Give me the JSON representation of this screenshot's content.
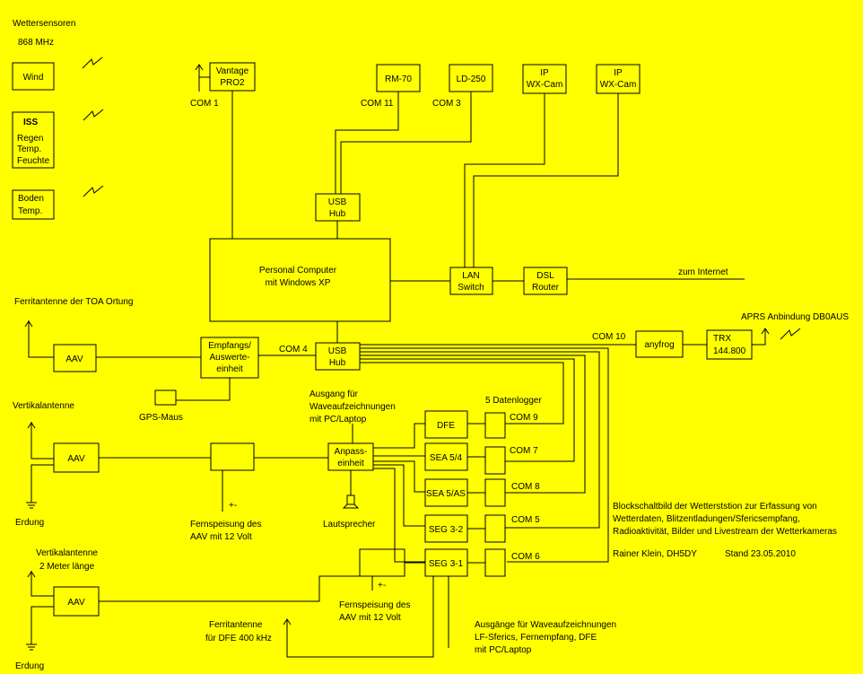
{
  "sensors": {
    "header": "Wettersensoren",
    "freq": "868 MHz",
    "wind": "Wind",
    "iss_title": "ISS",
    "iss_lines": [
      "Regen",
      "Temp.",
      "Feuchte"
    ],
    "boden_lines": [
      "Boden",
      "Temp."
    ]
  },
  "devices": {
    "vantage": [
      "Vantage",
      "PRO2"
    ],
    "rm70": "RM-70",
    "ld250": "LD-250",
    "ipcam1": [
      "IP",
      "WX-Cam"
    ],
    "ipcam2": [
      "IP",
      "WX-Cam"
    ],
    "usb_hub_top": [
      "USB",
      "Hub"
    ],
    "pc": [
      "Personal Computer",
      "mit Windows XP"
    ],
    "lan_switch": [
      "LAN",
      "Switch"
    ],
    "dsl_router": [
      "DSL",
      "Router"
    ],
    "internet": "zum Internet",
    "usb_hub_bottom": [
      "USB",
      "Hub"
    ],
    "empfangs": [
      "Empfangs/",
      "Auswerte-",
      "einheit"
    ],
    "gps": "GPS-Maus",
    "anyfrog": "anyfrog",
    "trx": [
      "TRX",
      "144.800"
    ],
    "aprs": "APRS Anbindung DB0AUS",
    "anpass": [
      "Anpass-",
      "einheit"
    ],
    "lautsprecher": "Lautsprecher",
    "aav1": "AAV",
    "aav2": "AAV",
    "aav3": "AAV",
    "dfe": "DFE",
    "sea54": "SEA 5/4",
    "sea5as": "SEA 5/AS",
    "seg32": "SEG 3-2",
    "seg31": "SEG 3-1"
  },
  "ports": {
    "com1": "COM 1",
    "com11": "COM 11",
    "com3": "COM 3",
    "com4": "COM 4",
    "com10": "COM 10",
    "com9": "COM 9",
    "com7": "COM 7",
    "com8": "COM 8",
    "com5": "COM 5",
    "com6": "COM 6"
  },
  "labels": {
    "ferrit_toa": "Ferritantenne der TOA Ortung",
    "vertikal1": "Vertikalantenne",
    "erdung1": "Erdung",
    "vertikal2": "Vertikalantenne",
    "meter2": "2 Meter länge",
    "erdung2": "Erdung",
    "plusminus1": "+-",
    "plusminus2": "+-",
    "fern1": [
      "Fernspeisung des",
      "AAV mit 12 Volt"
    ],
    "fern2": [
      "Fernspeisung des",
      "AAV mit 12 Volt"
    ],
    "ausgang_pc": [
      "Ausgang für",
      "Waveaufzeichnungen",
      "mit PC/Laptop"
    ],
    "datenlogger": "5 Datenlogger",
    "ferrit_dfe": [
      "Ferritantenne",
      "für DFE 400 kHz"
    ],
    "ausgaenge": [
      "Ausgänge für Waveaufzeichnungen",
      "LF-Sferics, Fernempfang, DFE",
      "mit PC/Laptop"
    ],
    "block": [
      "Blockschaltbild der Wetterststion zur Erfassung von",
      "Wetterdaten, Blitzentladungen/Sfericsempfang,",
      "Radioaktivität, Bilder und Livestream der Wetterkameras"
    ],
    "author": "Rainer Klein, DH5DY",
    "date": "Stand 23.05.2010"
  }
}
